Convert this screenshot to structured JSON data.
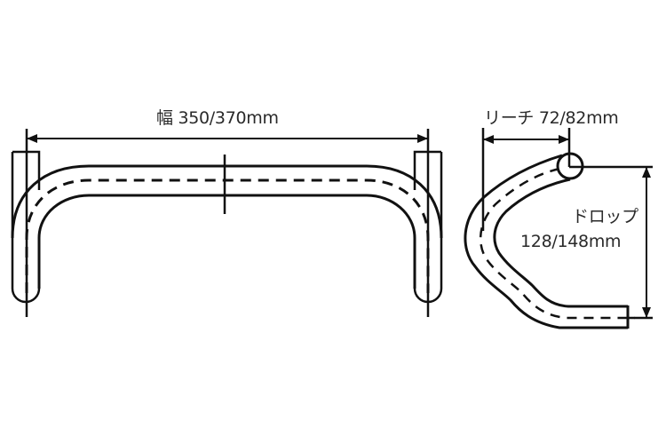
{
  "diagram": {
    "subject": "Drop handlebar dimensions",
    "colors": {
      "stroke": "#111111",
      "text": "#2a2a2a",
      "background": "#ffffff"
    },
    "front_view": {
      "width_label": "幅 350/370mm",
      "width_values_mm": [
        350,
        370
      ]
    },
    "side_view": {
      "reach_label": "リーチ 72/82mm",
      "reach_values_mm": [
        72,
        82
      ],
      "drop_label_line1": "ドロップ",
      "drop_label_line2": "128/148mm",
      "drop_values_mm": [
        128,
        148
      ]
    }
  }
}
